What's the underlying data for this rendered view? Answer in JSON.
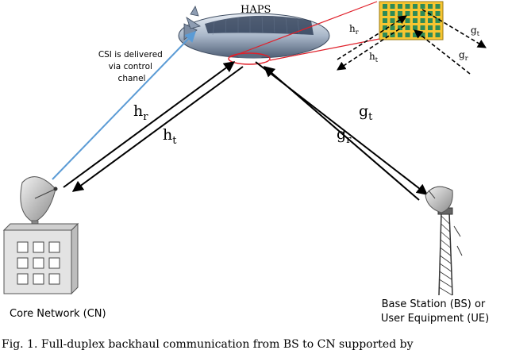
{
  "haps_label": "HAPS",
  "csi_note": [
    "CSI is delivered",
    "via control",
    "chanel"
  ],
  "links": {
    "h_r": {
      "base": "h",
      "sub": "r"
    },
    "h_t": {
      "base": "h",
      "sub": "t"
    },
    "g_t": {
      "base": "g",
      "sub": "t"
    },
    "g_r": {
      "base": "g",
      "sub": "r"
    }
  },
  "inset_links": {
    "h_r": {
      "base": "h",
      "sub": "r"
    },
    "h_t": {
      "base": "h",
      "sub": "t"
    },
    "g_t": {
      "base": "g",
      "sub": "t"
    },
    "g_r": {
      "base": "g",
      "sub": "r"
    }
  },
  "core_network_label": "Core Network (CN)",
  "bs_label": [
    "Base Station (BS) or",
    "User Equipment (UE)"
  ],
  "caption": "Fig. 1.   Full-duplex backhaul communication from BS to CN supported by",
  "colors": {
    "csi_arrow": "#5b9bd5",
    "zoom_lines": "#e0202a",
    "array_panel": "#f7c531",
    "array_elements": "#2e8b57",
    "arrows": "#000000"
  },
  "icons": [
    "airship-icon",
    "satellite-dish-icon",
    "building-icon",
    "cell-tower-icon",
    "antenna-array-icon"
  ]
}
